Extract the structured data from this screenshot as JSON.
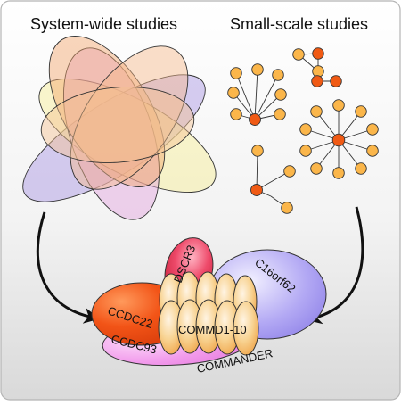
{
  "titles": {
    "left": "System-wide studies",
    "right": "Small-scale studies"
  },
  "labels": {
    "dscr3": "DSCR3",
    "c16orf62": "C16orf62",
    "ccdc22": "CCDC22",
    "commd": "COMMD1-10",
    "ccdc93": "CCDC93",
    "commander": "COMMANDER"
  },
  "colors": {
    "background_top": "#ffffff",
    "background_bottom": "#d9d9d9",
    "hub_node": "#f05a14",
    "leaf_node": "#fbb64a",
    "ellipse_orange": "#f0a86a",
    "ellipse_peach": "#f5c79a",
    "ellipse_yellow": "#f5ef9d",
    "ellipse_purple": "#b8a7e6",
    "ellipse_pink": "#e8a9c8",
    "dscr3": "#e83c5e",
    "c16orf62": "#a99ef0",
    "ccdc22": "#f0541a",
    "ccdc93": "#ef8be6",
    "commd": "#f7cc7f"
  }
}
